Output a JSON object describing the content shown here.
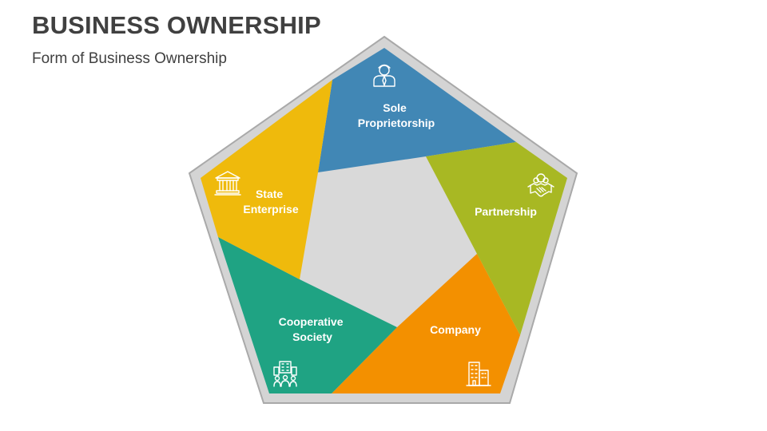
{
  "slide": {
    "title": "BUSINESS OWNERSHIP",
    "subtitle": "Form of Business Ownership"
  },
  "segments": [
    {
      "id": "sole",
      "label_lines": [
        "Sole",
        "Proprietorship"
      ],
      "color": "#4187b5",
      "icon": "businessman-icon"
    },
    {
      "id": "partnership",
      "label_lines": [
        "Partnership"
      ],
      "color": "#a8b823",
      "icon": "handshake-icon"
    },
    {
      "id": "company",
      "label_lines": [
        "Company"
      ],
      "color": "#f39000",
      "icon": "office-buildings-icon"
    },
    {
      "id": "cooperative",
      "label_lines": [
        "Cooperative",
        "Society"
      ],
      "color": "#1fa383",
      "icon": "people-building-icon"
    },
    {
      "id": "state",
      "label_lines": [
        "State",
        "Enterprise"
      ],
      "color": "#efba0c",
      "icon": "government-building-icon"
    }
  ],
  "colors": {
    "outer_frame": "#d4d4d4",
    "frame_stroke": "#a9a9a9",
    "center": "#d9d9d9",
    "text_dark": "#404040"
  }
}
